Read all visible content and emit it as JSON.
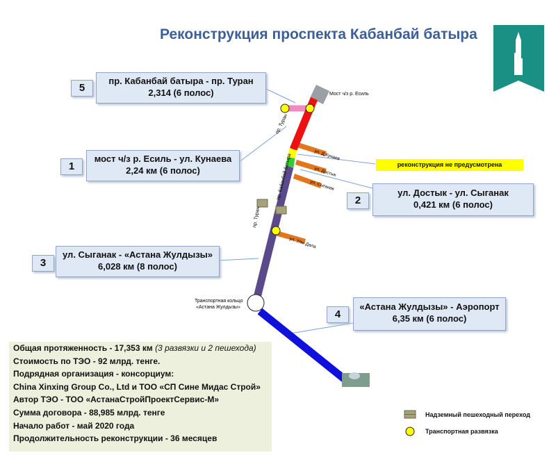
{
  "title": "Реконструкция проспекта Кабанбай батыра",
  "sections": [
    {
      "num": "5",
      "line1": "пр. Кабанбай батыра - пр. Туран",
      "line2": "2,314 (6 полос)"
    },
    {
      "num": "1",
      "line1": "мост ч/з р. Есиль -  ул. Кунаева",
      "line2": "2,24 км (6 полос)"
    },
    {
      "num": "2",
      "line1": "ул. Достык - ул. Сыганак",
      "line2": "0,421 км (6 полос)"
    },
    {
      "num": "3",
      "line1": "ул. Сыганак - «Астана Жулдызы»",
      "line2": "6,028 км (8 полос)"
    },
    {
      "num": "4",
      "line1": "«Астана Жулдызы» - Аэропорт",
      "line2": "6,35 км (6 полос)"
    }
  ],
  "map_labels": {
    "bridge": "Мост ч/з р. Есиль",
    "kunaeva": "ул. Д.Кунаев",
    "dostyk": "ул. Достык",
    "syganak": "ул. Сыганак",
    "kabanbay": "пр. Кабанбай батыра",
    "turan_top": "пр. Туран",
    "turan_mid": "пр. Туран",
    "ulydala": "ул. Улы Дала",
    "ring_line1": "Транспортная кольцо",
    "ring_line2": "«Астана Жулдызы»"
  },
  "no_reconstruction": "реконструкция не предусмотрена",
  "summary": [
    {
      "text": "Общая протяженность - 17,353 км ",
      "note": "(3 развязки и 2 пешехода)"
    },
    {
      "text": "Стоимость по ТЭО - 92 млрд. тенге.",
      "note": ""
    },
    {
      "text": "Подрядная организация - консорциум:",
      "note": ""
    },
    {
      "text": "China Xinxing Group Co., Ltd и ТОО «СП Сине Мидас Строй»",
      "note": ""
    },
    {
      "text": "Автор ТЭО - ТОО «АстанаСтройПроектСервис-М»",
      "note": ""
    },
    {
      "text": "Сумма договора - 88,985 млрд. тенге",
      "note": ""
    },
    {
      "text": "Начало работ - май 2020 года",
      "note": ""
    },
    {
      "text": "Продолжительность реконструкции - 36 месяцев",
      "note": ""
    }
  ],
  "legend": {
    "crossing": "Надземный пешеходный переход",
    "interchange": "Транспортная развязка"
  },
  "colors": {
    "section1": "#ee1111",
    "section2": "#33cc33",
    "section3": "#5b4a8b",
    "section4": "#1010dd",
    "section5": "#f08ac0",
    "no_recon": "#ffff00",
    "title": "#3a5f9a",
    "logo": "#1a8f84"
  }
}
